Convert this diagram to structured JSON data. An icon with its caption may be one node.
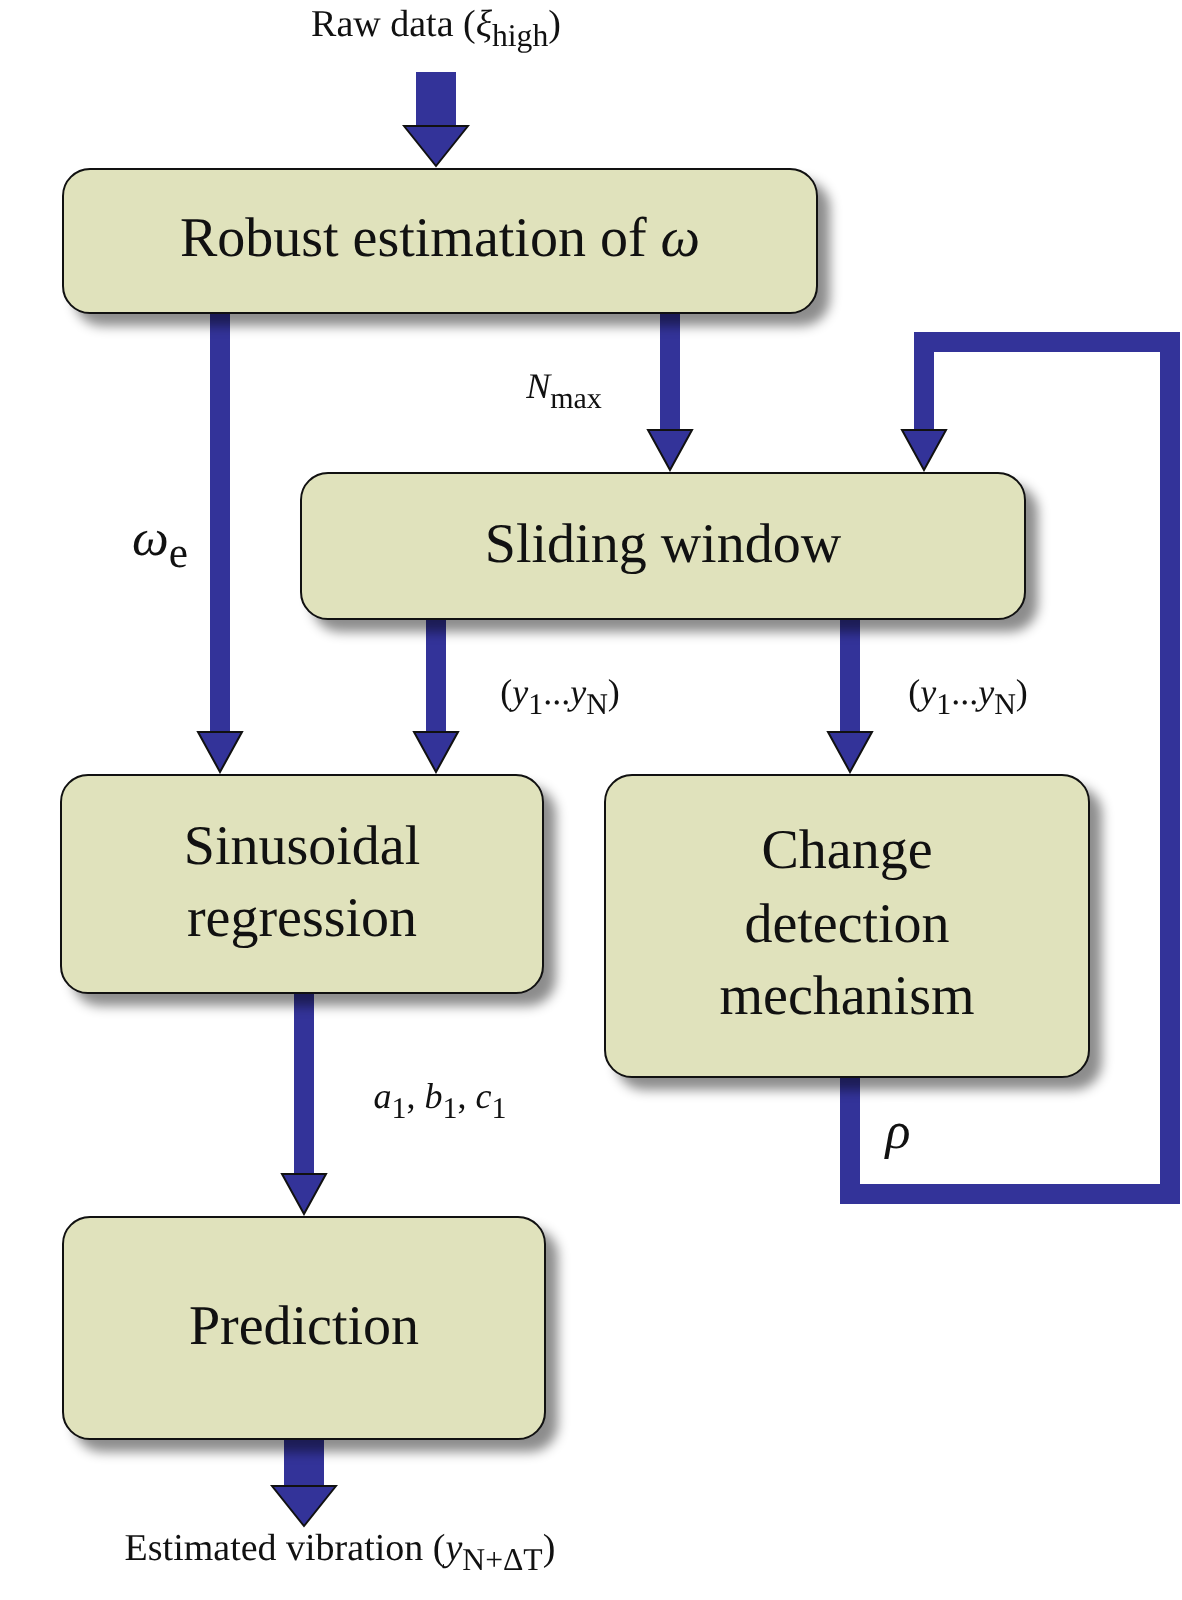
{
  "diagram": {
    "nodes": [
      {
        "text": [
          "Raw data (*ξ*$_{high}$)"
        ]
      },
      {
        "text": [
          "Robust estimation of *ω*"
        ]
      },
      {
        "text": [
          "Sliding window"
        ]
      },
      {
        "text": [
          "Sinusoidal regression"
        ]
      },
      {
        "text": [
          "Change detection mechanism"
        ]
      },
      {
        "text": [
          "Prediction"
        ]
      },
      {
        "text": [
          "Estimated vibration (*y*$_{N+ΔT}$)"
        ]
      }
    ],
    "edges": [
      {
        "from": 0,
        "to": 1,
        "arrow": "to",
        "style": "thick"
      },
      {
        "from": 1,
        "to": 3,
        "arrow": "to",
        "label": "*ω*$_{e}$"
      },
      {
        "from": 1,
        "to": 2,
        "arrow": "to",
        "label": "*N*$_{max}$"
      },
      {
        "from": 2,
        "to": 3,
        "arrow": "to",
        "label": "(*y*$_{1}$...*y*$_{N}$)"
      },
      {
        "from": 2,
        "to": 4,
        "arrow": "to",
        "label": "(*y*$_{1}$...*y*$_{N}$)"
      },
      {
        "from": 3,
        "to": 5,
        "arrow": "to",
        "label": "*a*$_{1}$, *b*$_{1}$, *c*$_{1}$"
      },
      {
        "from": 4,
        "to": 2,
        "arrow": "to",
        "label": "*ρ*"
      },
      {
        "from": 5,
        "to": 6,
        "arrow": "to",
        "style": "thick"
      }
    ]
  }
}
